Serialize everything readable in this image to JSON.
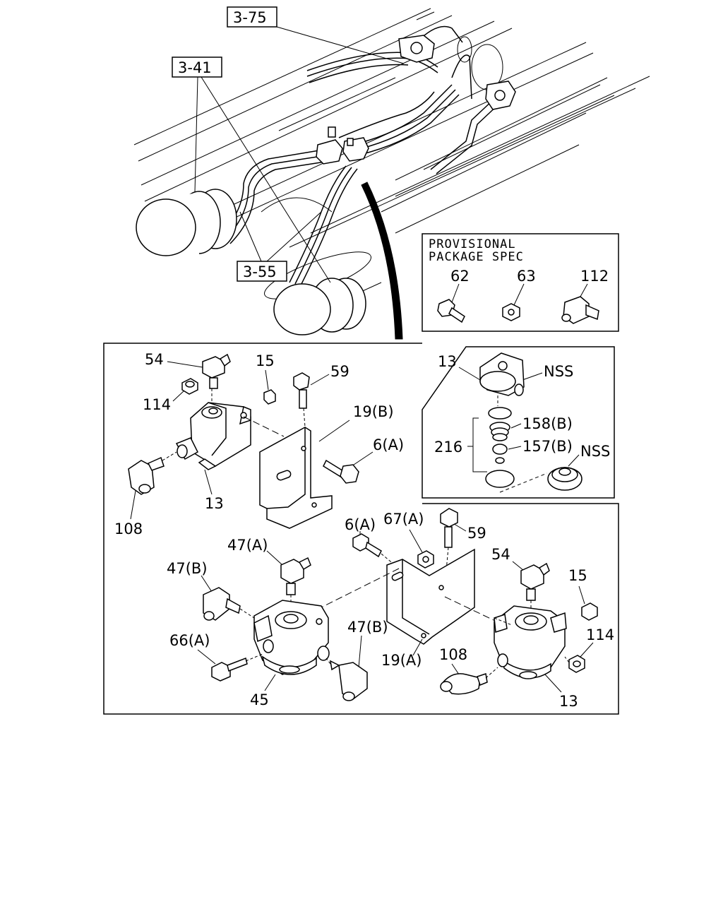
{
  "references": {
    "ref_3_75": "3-75",
    "ref_3_41": "3-41",
    "ref_3_55": "3-55"
  },
  "provisional_box": {
    "line1": "PROVISIONAL",
    "line2": "PACKAGE SPEC",
    "parts": [
      "62",
      "63",
      "112"
    ]
  },
  "nss_box": {
    "top_part": "13",
    "nss_top": "NSS",
    "assy": "216",
    "spring": "158(B)",
    "seal": "157(B)",
    "nss_bottom": "NSS"
  },
  "left_group": {
    "elbow": "54",
    "plug": "15",
    "bolt": "59",
    "bracket": "19(B)",
    "cap_nut": "114",
    "bolt_b": "6(A)",
    "valve": "13",
    "fitting": "108"
  },
  "right_group": {
    "bolt_b": "6(A)",
    "nut": "67(A)",
    "bolt": "59",
    "elbow_a": "47(A)",
    "elbow_b_left": "47(B)",
    "elbow": "54",
    "plug": "15",
    "bolt_c": "66(A)",
    "elbow_b_right": "47(B)",
    "cap_nut": "114",
    "bracket": "19(A)",
    "fitting": "108",
    "relay": "45",
    "valve": "13"
  }
}
